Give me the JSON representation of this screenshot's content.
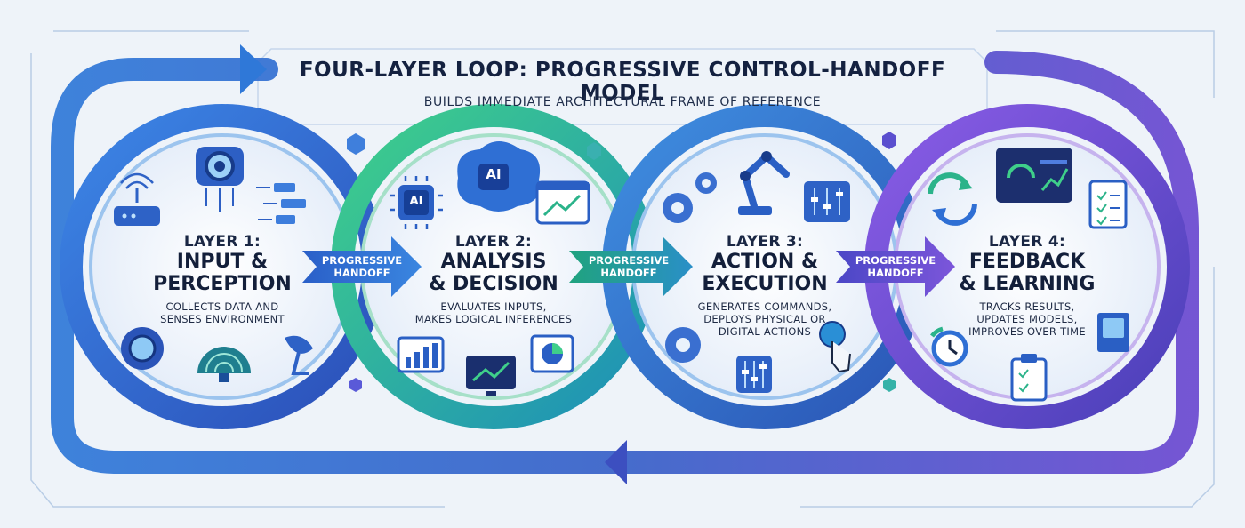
{
  "title": "FOUR-LAYER LOOP: PROGRESSIVE CONTROL-HANDOFF MODEL",
  "subtitle": "BUILDS IMMEDIATE ARCHITECTURAL FRAME OF REFERENCE",
  "colors": {
    "blue": "#2f6bd6",
    "teal": "#1fa7a0",
    "green": "#3ec38a",
    "purple": "#7a4fd6",
    "navy": "#1a2744"
  },
  "layers": [
    {
      "label": "LAYER 1:",
      "name_line1": "INPUT &",
      "name_line2": "PERCEPTION",
      "desc_line1": "COLLECTS DATA AND",
      "desc_line2": "SENSES ENVIRONMENT",
      "icons": [
        "camera-icon",
        "router-icon",
        "data-stream-icon",
        "lens-icon",
        "radar-icon",
        "satellite-dish-icon"
      ]
    },
    {
      "label": "LAYER 2:",
      "name_line1": "ANALYSIS",
      "name_line2": "& DECISION",
      "desc_line1": "EVALUATES INPUTS,",
      "desc_line2": "MAKES LOGICAL INFERENCES",
      "icons": [
        "ai-chip-icon",
        "ai-brain-icon",
        "chart-window-icon",
        "bar-chart-icon",
        "monitor-chart-icon",
        "pie-chart-icon"
      ],
      "ai_text": "AI"
    },
    {
      "label": "LAYER 3:",
      "name_line1": "ACTION &",
      "name_line2": "EXECUTION",
      "desc_line1": "GENERATES COMMANDS,",
      "desc_line2": "DEPLOYS PHYSICAL OR",
      "desc_line3": "DIGITAL ACTIONS",
      "icons": [
        "gears-icon",
        "robot-arm-icon",
        "control-panel-icon",
        "gear-icon",
        "sliders-icon",
        "touch-button-icon"
      ]
    },
    {
      "label": "LAYER 4:",
      "name_line1": "FEEDBACK",
      "name_line2": "& LEARNING",
      "desc_line1": "TRACKS RESULTS,",
      "desc_line2": "UPDATES MODELS,",
      "desc_line3": "IMPROVES OVER TIME",
      "icons": [
        "refresh-icon",
        "dashboard-icon",
        "checklist-icon",
        "history-icon",
        "book-icon",
        "clipboard-icon"
      ]
    }
  ],
  "handoffs": [
    {
      "line1": "PROGRESSIVE",
      "line2": "HANDOFF"
    },
    {
      "line1": "PROGRESSIVE",
      "line2": "HANDOFF"
    },
    {
      "line1": "PROGRESSIVE",
      "line2": "HANDOFF"
    }
  ]
}
